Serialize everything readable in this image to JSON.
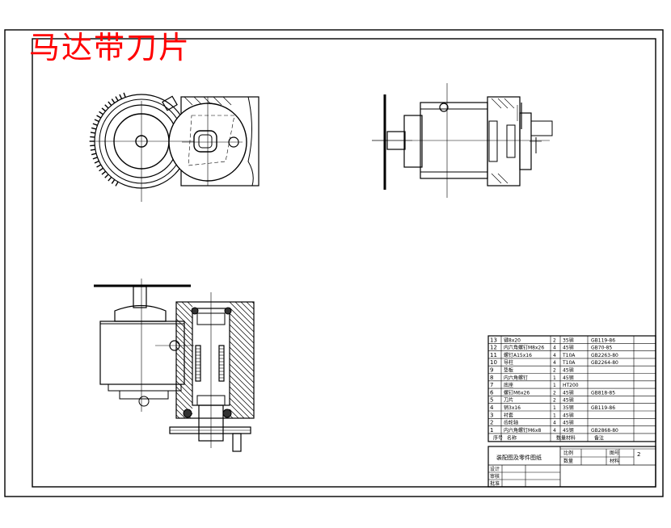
{
  "drawing": {
    "title": "马达带刀片",
    "title_color": "#ff0000"
  },
  "parts_table": {
    "rows": [
      {
        "no": "13",
        "name": "键8x20",
        "qty": "2",
        "material": "35钢",
        "standard": "GB119-86"
      },
      {
        "no": "12",
        "name": "内六角螺钉M8x26",
        "qty": "4",
        "material": "45钢",
        "standard": "GB70-85"
      },
      {
        "no": "11",
        "name": "螺钉A15x16",
        "qty": "4",
        "material": "T10A",
        "standard": "GB2263-80"
      },
      {
        "no": "10",
        "name": "导柱",
        "qty": "4",
        "material": "T10A",
        "standard": "GB2264-80"
      },
      {
        "no": "9",
        "name": "垫板",
        "qty": "2",
        "material": "45钢",
        "standard": ""
      },
      {
        "no": "8",
        "name": "内六角螺钉",
        "qty": "1",
        "material": "45钢",
        "standard": ""
      },
      {
        "no": "7",
        "name": "底座",
        "qty": "1",
        "material": "HT200",
        "standard": ""
      },
      {
        "no": "6",
        "name": "螺钉M6x26",
        "qty": "2",
        "material": "45钢",
        "standard": "GB818-85"
      },
      {
        "no": "5",
        "name": "刀片",
        "qty": "2",
        "material": "45钢",
        "standard": ""
      },
      {
        "no": "4",
        "name": "销3x16",
        "qty": "1",
        "material": "35钢",
        "standard": "GB119-86"
      },
      {
        "no": "3",
        "name": "衬套",
        "qty": "1",
        "material": "45钢",
        "standard": ""
      },
      {
        "no": "2",
        "name": "齿轮轴",
        "qty": "4",
        "material": "45钢",
        "standard": ""
      },
      {
        "no": "1",
        "name": "内六角螺钉M6x8",
        "qty": "4",
        "material": "45钢",
        "standard": "GB2868-80"
      }
    ],
    "header": {
      "no": "序号",
      "name": "名称",
      "qty": "数量",
      "material": "材料",
      "standard": "备注"
    }
  },
  "title_block": {
    "name": "装配图及零件图纸",
    "scale_label": "比例",
    "qty_label": "数量",
    "sheet_label": "图号",
    "material_label": "材料",
    "sheet_no": "2",
    "design_label": "设计",
    "check_label": "审核",
    "approve_label": "批准"
  }
}
